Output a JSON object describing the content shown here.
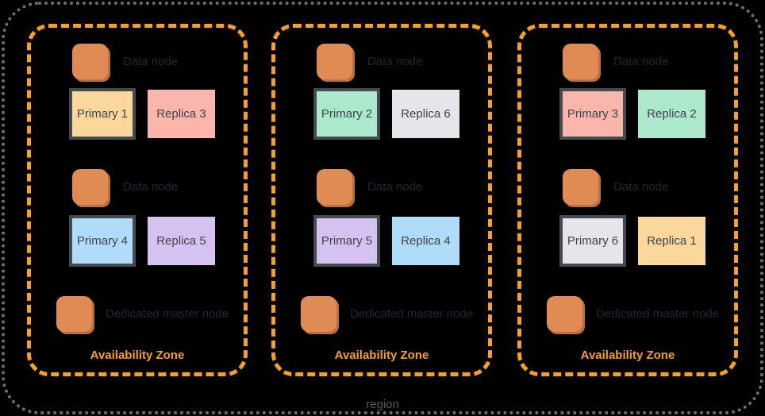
{
  "region": {
    "label": "region"
  },
  "zones": [
    {
      "label": "Availability Zone",
      "nodes": [
        {
          "label": "Data node",
          "shards": [
            {
              "name": "Primary 1",
              "role": "primary",
              "color": "#FCD79B"
            },
            {
              "name": "Replica 3",
              "role": "replica",
              "color": "#FBB6AC"
            }
          ]
        },
        {
          "label": "Data node",
          "shards": [
            {
              "name": "Primary 4",
              "role": "primary",
              "color": "#AEDCF9"
            },
            {
              "name": "Replica 5",
              "role": "replica",
              "color": "#D6C2F0"
            }
          ]
        },
        {
          "label": "Dedicated master node",
          "shards": []
        }
      ]
    },
    {
      "label": "Availability Zone",
      "nodes": [
        {
          "label": "Data node",
          "shards": [
            {
              "name": "Primary 2",
              "role": "primary",
              "color": "#ACE8CC"
            },
            {
              "name": "Replica 6",
              "role": "replica",
              "color": "#E6E6EA"
            }
          ]
        },
        {
          "label": "Data node",
          "shards": [
            {
              "name": "Primary 5",
              "role": "primary",
              "color": "#D6C2F0"
            },
            {
              "name": "Replica 4",
              "role": "replica",
              "color": "#AEDCF9"
            }
          ]
        },
        {
          "label": "Dedicated master node",
          "shards": []
        }
      ]
    },
    {
      "label": "Availability Zone",
      "nodes": [
        {
          "label": "Data node",
          "shards": [
            {
              "name": "Primary 3",
              "role": "primary",
              "color": "#FBB6AC"
            },
            {
              "name": "Replica 2",
              "role": "replica",
              "color": "#ACE8CC"
            }
          ]
        },
        {
          "label": "Data node",
          "shards": [
            {
              "name": "Primary 6",
              "role": "primary",
              "color": "#E6E6EA"
            },
            {
              "name": "Replica 1",
              "role": "replica",
              "color": "#FCD79B"
            }
          ]
        },
        {
          "label": "Dedicated master node",
          "shards": []
        }
      ]
    }
  ],
  "colors": {
    "region_border": "#6F6F6F",
    "region_label": "#595959",
    "az_border": "#F9A01E",
    "az_label": "#F9A01E",
    "instance_fill": "#E18B54",
    "instance_shadow": "#BD6F3E",
    "primary_border": "#434A50",
    "shard_text": "#3E444B",
    "node_label_text": "#1E2833"
  }
}
